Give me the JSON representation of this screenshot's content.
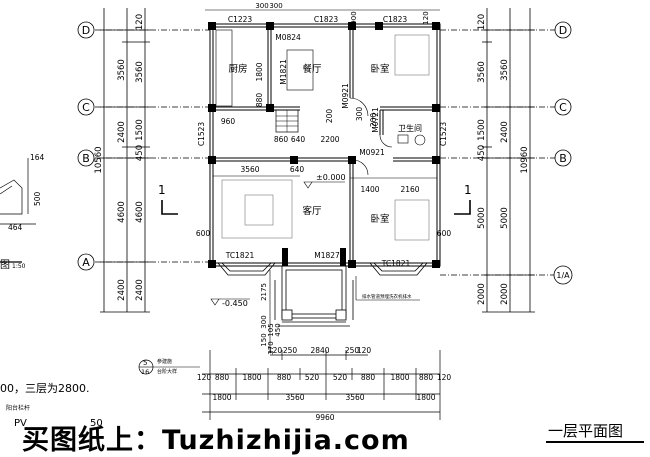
{
  "axes_left": [
    "D",
    "C",
    "B",
    "A"
  ],
  "axes_right": [
    "D",
    "C",
    "B",
    "1/A"
  ],
  "dims_left_outer": [
    "3560",
    "2400",
    "4600",
    "2400"
  ],
  "dims_left_inner": [
    "120",
    "3560",
    "1500",
    "450",
    "4600",
    "2400"
  ],
  "dims_left_total": "10560",
  "dims_right_inner": [
    "120",
    "3560",
    "1500",
    "450",
    "5000",
    "2000"
  ],
  "dims_right_outer": [
    "3560",
    "2400",
    "5000",
    "2000"
  ],
  "dims_right_total": "10960",
  "windows": [
    "C1223",
    "C1823",
    "C1823",
    "C1523",
    "C1523",
    "TC1821",
    "TC1821"
  ],
  "doors": [
    "M0824",
    "M1821",
    "M0921",
    "M0721",
    "M0921",
    "M1827"
  ],
  "rooms": [
    "厨房",
    "餐厅",
    "卧室",
    "卫生间",
    "客厅",
    "卧室"
  ],
  "interior_dims": [
    "1800",
    "880",
    "960",
    "860",
    "640",
    "2200",
    "3560",
    "640",
    "1400",
    "2160",
    "200",
    "200",
    "300",
    "600",
    "600"
  ],
  "top_dims": [
    "300",
    "300",
    "900",
    "120"
  ],
  "elevation": "±0.000",
  "elevation_low": "-0.450",
  "section_mark": "1",
  "note": "排水管道预埋洗衣机排水",
  "porch_dims": [
    "2175",
    "300",
    "105",
    "150",
    "370",
    "450"
  ],
  "bottom_dims_row1": [
    "120",
    "250",
    "2840",
    "250",
    "120"
  ],
  "bottom_dims_row2": [
    "120",
    "880",
    "1800",
    "880",
    "520",
    "520",
    "880",
    "1800",
    "880",
    "120"
  ],
  "bottom_dims_row3": [
    "1800",
    "3560",
    "3560",
    "1800"
  ],
  "bottom_total": "9960",
  "detail_dims": [
    "164",
    "500",
    "464"
  ],
  "detail_scale": "1:50",
  "detail_title": "图",
  "callout_num": "5",
  "callout_sheet": "16",
  "callout_label_1": "参建施",
  "callout_label_2": "台阶大样",
  "left_note_1": "00，三层为2800.",
  "left_note_2": "阳台栏杆",
  "left_note_3": "PV",
  "left_note_4": "50",
  "watermark": "买图纸上：Tuzhizhijia.com",
  "drawing_title": "一层平面图"
}
